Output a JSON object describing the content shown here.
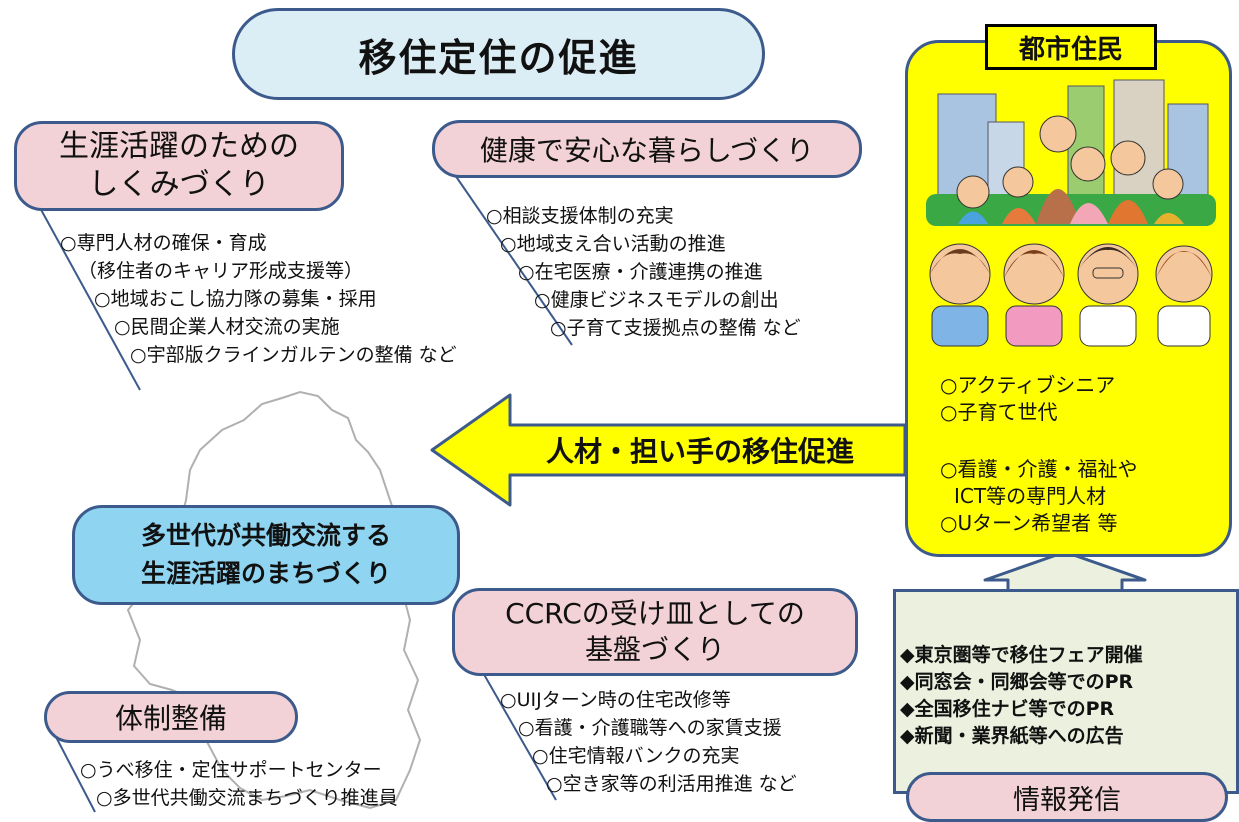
{
  "title": "移住定住の促進",
  "sections": {
    "career": {
      "heading_line1": "生涯活躍のための",
      "heading_line2": "しくみづくり",
      "items": [
        "○専門人材の確保・育成",
        "（移住者のキャリア形成支援等）",
        "○地域おこし協力隊の募集・採用",
        "○民間企業人材交流の実施",
        "○宇部版クラインガルテンの整備 など"
      ]
    },
    "health": {
      "heading": "健康で安心な暮らしづくり",
      "items": [
        "○相談支援体制の充実",
        "○地域支え合い活動の推進",
        "○在宅医療・介護連携の推進",
        "○健康ビジネスモデルの創出",
        "○子育て支援拠点の整備 など"
      ]
    },
    "ccrc": {
      "heading_line1": "CCRCの受け皿としての",
      "heading_line2": "基盤づくり",
      "items": [
        "○UIJターン時の住宅改修等",
        "○看護・介護職等への家賃支援",
        "○住宅情報バンクの充実",
        "○空き家等の利活用推進 など"
      ]
    },
    "system": {
      "heading": "体制整備",
      "items": [
        "○うべ移住・定住サポートセンター",
        "○多世代共働交流まちづくり推進員"
      ]
    }
  },
  "center": {
    "line1": "多世代が共働交流する",
    "line2": "生涯活躍のまちづくり"
  },
  "arrow_label": "人材・担い手の移住促進",
  "urban": {
    "label": "都市住民",
    "items": [
      "○アクティブシニア",
      "○子育て世代",
      "○看護・介護・福祉や",
      "ICT等の専門人材",
      "○Uターン希望者 等"
    ]
  },
  "info": {
    "heading": "情報発信",
    "items": [
      "◆東京圏等で移住フェア開催",
      "◆同窓会・同郷会等でのPR",
      "◆全国移住ナビ等でのPR",
      "◆新聞・業界紙等への広告"
    ]
  },
  "colors": {
    "border": "#3c5a8c",
    "pink": "#f2d2d6",
    "title_bg": "#dbeef5",
    "center_bg": "#8fd4f0",
    "yellow": "#ffff00",
    "info_bg": "#ebf1de"
  }
}
